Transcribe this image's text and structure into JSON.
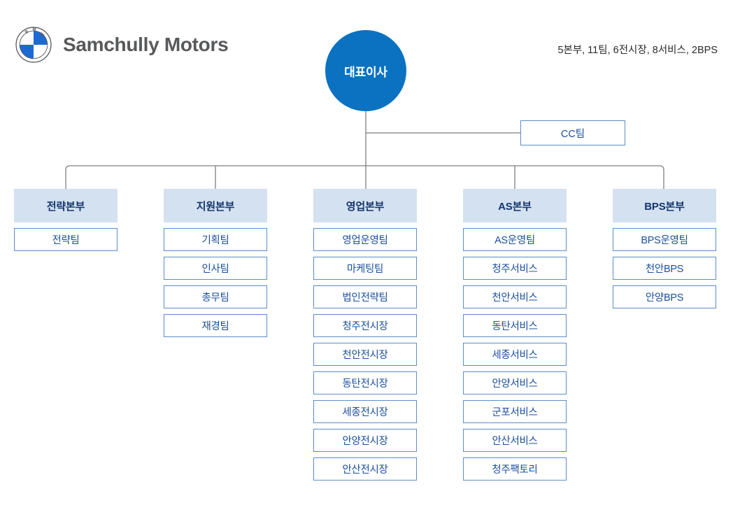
{
  "header": {
    "logo_icon": "bmw-roundel-icon",
    "brand_name": "Samchully Motors",
    "summary": "5본부, 11팀, 6전시장, 8서비스, 2BPS"
  },
  "colors": {
    "ceo_fill": "#0a72c0",
    "header_fill": "#d3e1f1",
    "header_text": "#14356b",
    "node_border": "#5b8cc8",
    "node_text": "#1b4f9c",
    "wire": "#7f7f7f",
    "brand_text": "#58595b"
  },
  "chart_data": {
    "type": "org-chart",
    "root": {
      "label": "대표이사"
    },
    "staff": [
      {
        "label": "CC팀"
      }
    ],
    "divisions": [
      {
        "label": "전략본부",
        "nodes": [
          {
            "label": "전략팀"
          }
        ]
      },
      {
        "label": "지원본부",
        "nodes": [
          {
            "label": "기획팀"
          },
          {
            "label": "인사팀"
          },
          {
            "label": "총무팀"
          },
          {
            "label": "재경팀"
          }
        ]
      },
      {
        "label": "영업본부",
        "nodes": [
          {
            "label": "영업운영팀"
          },
          {
            "label": "마케팅팀"
          },
          {
            "label": "법인전략팀"
          },
          {
            "label": "청주전시장"
          },
          {
            "label": "천안전시장"
          },
          {
            "label": "동탄전시장"
          },
          {
            "label": "세종전시장"
          },
          {
            "label": "안양전시장"
          },
          {
            "label": "안산전시장"
          }
        ]
      },
      {
        "label": "AS본부",
        "nodes": [
          {
            "label": "AS운영팀"
          },
          {
            "label": "청주서비스"
          },
          {
            "label": "천안서비스"
          },
          {
            "label": "동탄서비스"
          },
          {
            "label": "세종서비스"
          },
          {
            "label": "안양서비스"
          },
          {
            "label": "군포서비스"
          },
          {
            "label": "안산서비스"
          },
          {
            "label": "청주팩토리"
          }
        ]
      },
      {
        "label": "BPS본부",
        "nodes": [
          {
            "label": "BPS운영팀"
          },
          {
            "label": "천안BPS"
          },
          {
            "label": "안양BPS"
          }
        ]
      }
    ]
  }
}
